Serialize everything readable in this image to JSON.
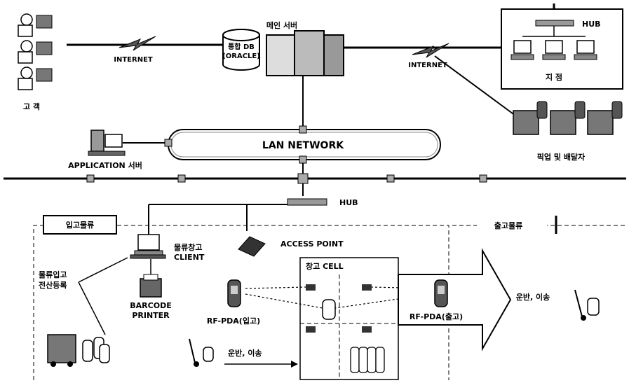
{
  "labels": {
    "internet_left": "INTERNET",
    "internet_right": "INTERNET",
    "main_server": "메인 서버",
    "db_line1": "통합 DB",
    "db_line2": "(ORACLE)",
    "customers": "고 객",
    "hub_top": "HUB",
    "branch": "지 점",
    "pickup_delivery": "픽업 및 배달자",
    "app_server": "APPLICATION 서버",
    "lan_network": "LAN NETWORK",
    "hub_main": "HUB",
    "inbound": "입고물류",
    "outbound": "출고물류",
    "access_point": "ACCESS POINT",
    "client_line1": "물류창고",
    "client_line2": "CLIENT",
    "reg_line1": "물류입고",
    "reg_line2": "전산등록",
    "barcode_line1": "BARCODE",
    "barcode_line2": "PRINTER",
    "warehouse_cell": "창고 CELL",
    "rf_pda_in": "RF-PDA(입고)",
    "rf_pda_out": "RF-PDA(출고)",
    "transport_left": "운반, 이송",
    "transport_right": "운반, 이송"
  },
  "colors": {
    "ink": "#000000",
    "paper": "#ffffff",
    "node": "#9a9a9a",
    "shade": "#cfcfcf"
  }
}
